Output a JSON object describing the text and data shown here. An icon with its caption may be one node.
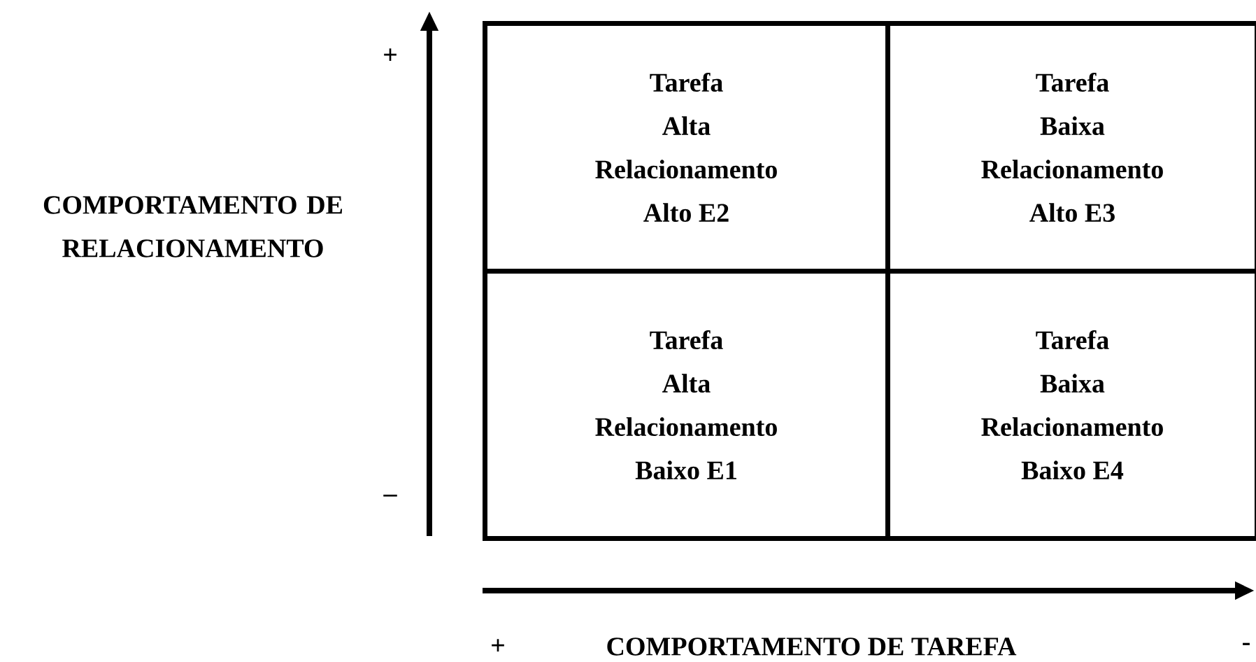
{
  "diagram": {
    "nodes": [
      {
        "text": [
          "Tarefa",
          "Alta",
          "Relacionamento",
          "Alto E2"
        ]
      },
      {
        "text": [
          "Tarefa",
          "Baixa",
          "Relacionamento",
          "Alto E3"
        ]
      },
      {
        "text": [
          "Tarefa",
          "Alta",
          "Relacionamento",
          "Baixo E1"
        ]
      },
      {
        "text": [
          "Tarefa",
          "Baixa",
          "Relacionamento",
          "Baixo E4"
        ]
      }
    ],
    "labels": [
      "+",
      "COMPORTAMENTO DE RELACIONAMENTO",
      "–",
      "+",
      "COMPORTAMENTO DE TAREFA",
      "-"
    ]
  }
}
